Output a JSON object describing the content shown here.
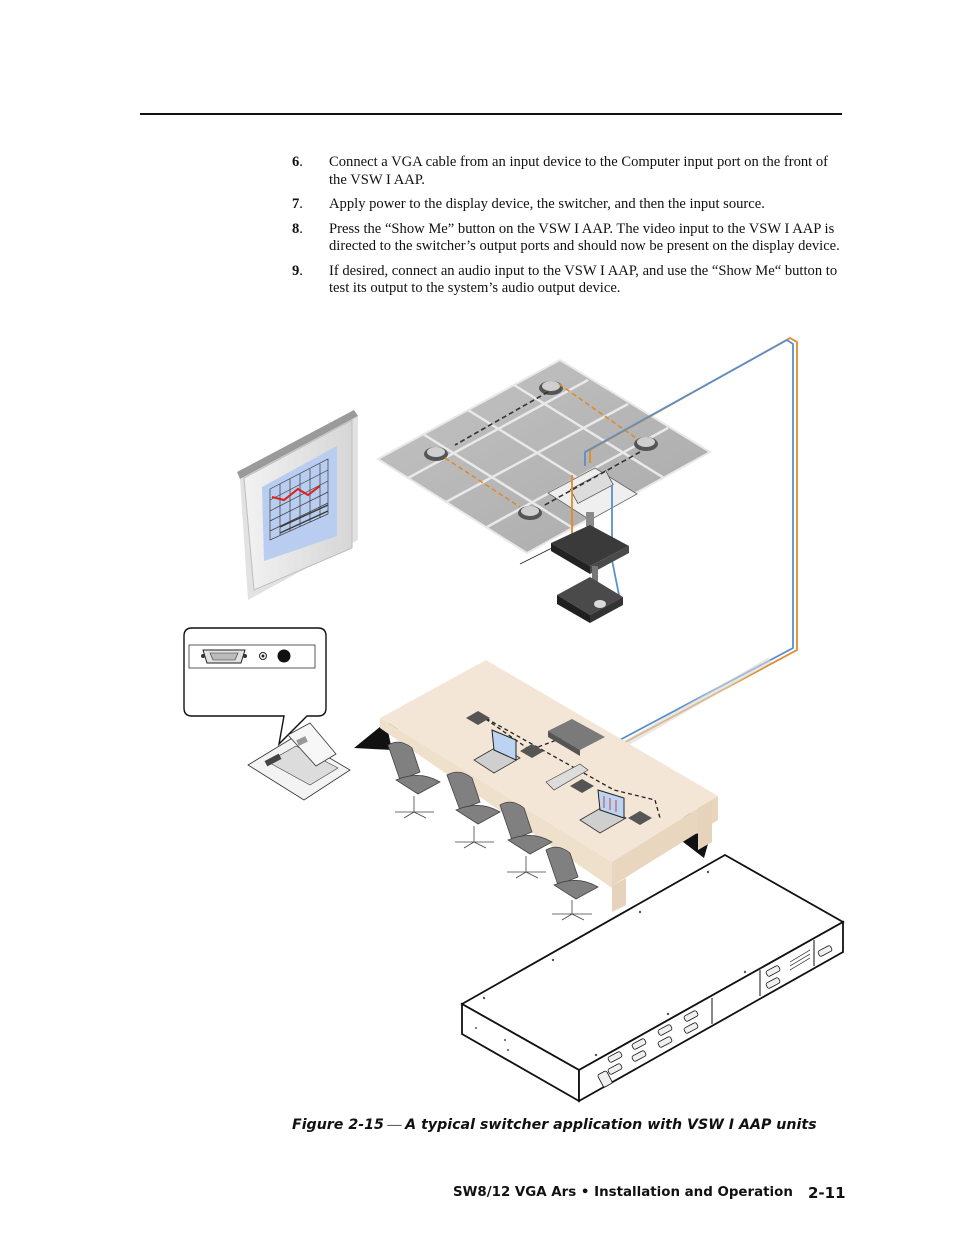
{
  "steps": [
    {
      "num": "6",
      "text": "Connect a VGA cable from an input device to the Computer input port on the front of the VSW I AAP."
    },
    {
      "num": "7",
      "text": "Apply power to the display device, the switcher, and then the input source."
    },
    {
      "num": "8",
      "text": "Press the “Show Me” button on the VSW I AAP.  The video input to the VSW I AAP is directed to the switcher’s output ports and should now be present on the display device."
    },
    {
      "num": "9",
      "text": "If desired, connect an audio input to the VSW I AAP, and use the “Show Me“ button to test its output to the system’s audio output device."
    }
  ],
  "caption": {
    "figure": "Figure 2-15",
    "dash": " — ",
    "title": "A typical switcher application with VSW I AAP units"
  },
  "footer": {
    "title": "SW8/12 VGA Ars • Installation and Operation",
    "page": "2-11"
  },
  "colors": {
    "cable_orange": "#e08a2a",
    "cable_blue": "#5b8fc7",
    "screen_blue": "#b8cdf0",
    "table_top": "#f3e6d6",
    "ceiling": "#b4b4b4"
  }
}
